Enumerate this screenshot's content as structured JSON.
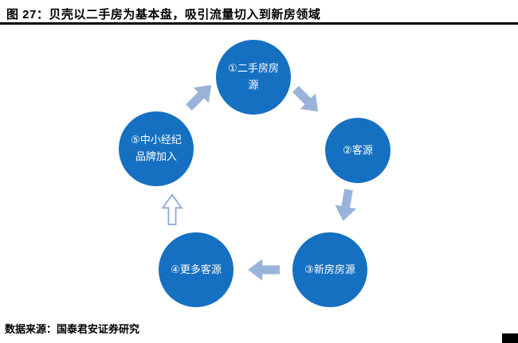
{
  "header": {
    "title": "图 27：贝壳以二手房为基本盘，吸引流量切入到新房领域"
  },
  "diagram": {
    "nodes": [
      {
        "id": 1,
        "label": "①二手房房\n源"
      },
      {
        "id": 2,
        "label": "②客源"
      },
      {
        "id": 3,
        "label": "③新房房源"
      },
      {
        "id": 4,
        "label": "④更多客源"
      },
      {
        "id": 5,
        "label": "⑤中小经纪\n品牌加入"
      }
    ],
    "arrows": [
      {
        "from": 5,
        "to": 1,
        "direction": "up-right",
        "style": "solid"
      },
      {
        "from": 1,
        "to": 2,
        "direction": "down-right",
        "style": "solid"
      },
      {
        "from": 2,
        "to": 3,
        "direction": "down",
        "style": "solid"
      },
      {
        "from": 3,
        "to": 4,
        "direction": "left",
        "style": "solid"
      },
      {
        "from": 4,
        "to": 5,
        "direction": "up",
        "style": "hollow"
      }
    ]
  },
  "footer": {
    "source": "数据来源：国泰君安证券研究"
  },
  "colors": {
    "node_fill": "#1670C2",
    "node_text": "#FFFFFF",
    "arrow_fill": "#9AB3DA",
    "arrow_outline": "#8FAADC",
    "hollow_arrow_fill": "#FFFFFF",
    "title_text": "#000000",
    "rule_line": "#000000"
  }
}
